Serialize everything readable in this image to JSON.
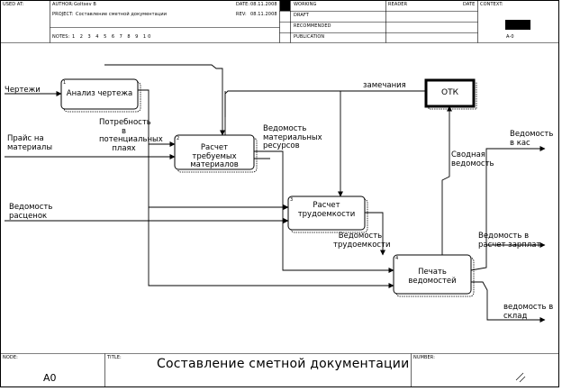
{
  "header": {
    "used_at_label": "USED AT:",
    "author_label": "AUTHOR:",
    "author_value": "Goltsev B",
    "project_label": "PROJECT:",
    "project_value": "Составление сметной документации",
    "date_label": "DATE:",
    "date_value": "08.11.2008",
    "rev_label": "REV:",
    "rev_value": "08.11.2008",
    "notes_label": "NOTES:",
    "notes_numbers": "1 2 3 4 5 6 7 8 9 10",
    "status_items": [
      "WORKING",
      "DRAFT",
      "RECOMMENDED",
      "PUBLICATION"
    ],
    "reader_label": "READER",
    "date2_label": "DATE",
    "context_label": "CONTEXT:",
    "context_page": "A-0"
  },
  "boxes": [
    {
      "id": "b1",
      "number": "1",
      "label": "Анализ чертежа"
    },
    {
      "id": "b2",
      "number": "2",
      "label": "Расчет требуемых материалов"
    },
    {
      "id": "b3",
      "number": "3",
      "label": "Расчет трудоемкости"
    },
    {
      "id": "b4",
      "number": "4",
      "label": "Печать ведомостей"
    },
    {
      "id": "otk",
      "number": "",
      "label": "ОТК"
    }
  ],
  "arrow_labels": {
    "drawings": "Чертежи",
    "price_list": "Прайс на материалы",
    "labor_norms": "Ведомость расценок",
    "tech_needs": "Потребность в потенциальных плаях",
    "materials_sheet": "Ведомость материальных ресурсов",
    "remarks": "замечания",
    "labor_sheet": "Ведомость трудоемкости",
    "summary_sheet": "Сводная ведомость",
    "out_sheet_1": "Ведомость в кас",
    "out_sheet_2": "Ведомость в расчет зарплат",
    "out_sheet_3": "ведомость в склад"
  },
  "footer": {
    "node_label": "NODE:",
    "node_value": "A0",
    "title_label": "TITLE:",
    "title_value": "Составление сметной документации",
    "number_label": "NUMBER:"
  }
}
